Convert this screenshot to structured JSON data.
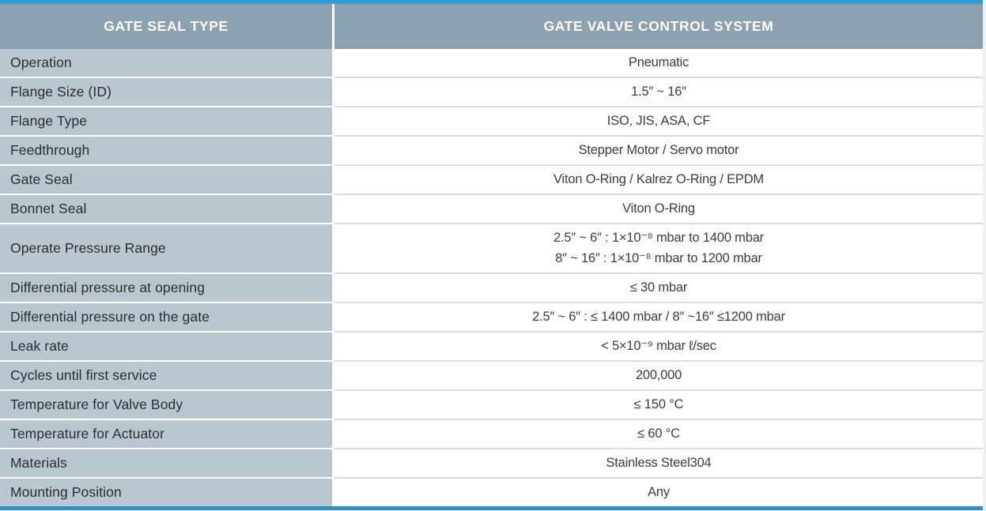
{
  "table": {
    "header": {
      "col1": "GATE SEAL TYPE",
      "col2": "GATE VALVE CONTROL SYSTEM"
    },
    "rows": [
      {
        "label": "Operation",
        "value": "Pneumatic"
      },
      {
        "label": "Flange Size (ID)",
        "value": "1.5″ ~ 16″"
      },
      {
        "label": "Flange Type",
        "value": "ISO, JIS, ASA, CF"
      },
      {
        "label": "Feedthrough",
        "value": "Stepper Motor / Servo motor"
      },
      {
        "label": "Gate Seal",
        "value": "Viton O-Ring / Kalrez O-Ring / EPDM"
      },
      {
        "label": "Bonnet Seal",
        "value": "Viton O-Ring"
      },
      {
        "label": "Operate Pressure Range",
        "value_lines": [
          "2.5″ ~ 6″ : 1×10⁻⁸ mbar to 1400 mbar",
          "8″ ~ 16″ : 1×10⁻⁸ mbar to 1200 mbar"
        ]
      },
      {
        "label": "Differential pressure at opening",
        "value": "≤ 30 mbar"
      },
      {
        "label": "Differential pressure on the gate",
        "value": "2.5″ ~ 6″ : ≤ 1400 mbar / 8″ ~16″ ≤1200 mbar"
      },
      {
        "label": "Leak rate",
        "value": "< 5×10⁻⁹ mbar ℓ/sec"
      },
      {
        "label": "Cycles until first service",
        "value": "200,000"
      },
      {
        "label": "Temperature for Valve Body",
        "value": "≤ 150 °C"
      },
      {
        "label": "Temperature for Actuator",
        "value": "≤ 60 °C"
      },
      {
        "label": "Materials",
        "value": "Stainless Steel304"
      },
      {
        "label": "Mounting Position",
        "value": "Any"
      }
    ],
    "colors": {
      "header_bg": "#8ca2af",
      "label_bg": "#b8c7d0",
      "top_border": "#2f9ed9",
      "bottom_border": "#2e90c8",
      "value_divider": "#d9dbdc"
    }
  }
}
